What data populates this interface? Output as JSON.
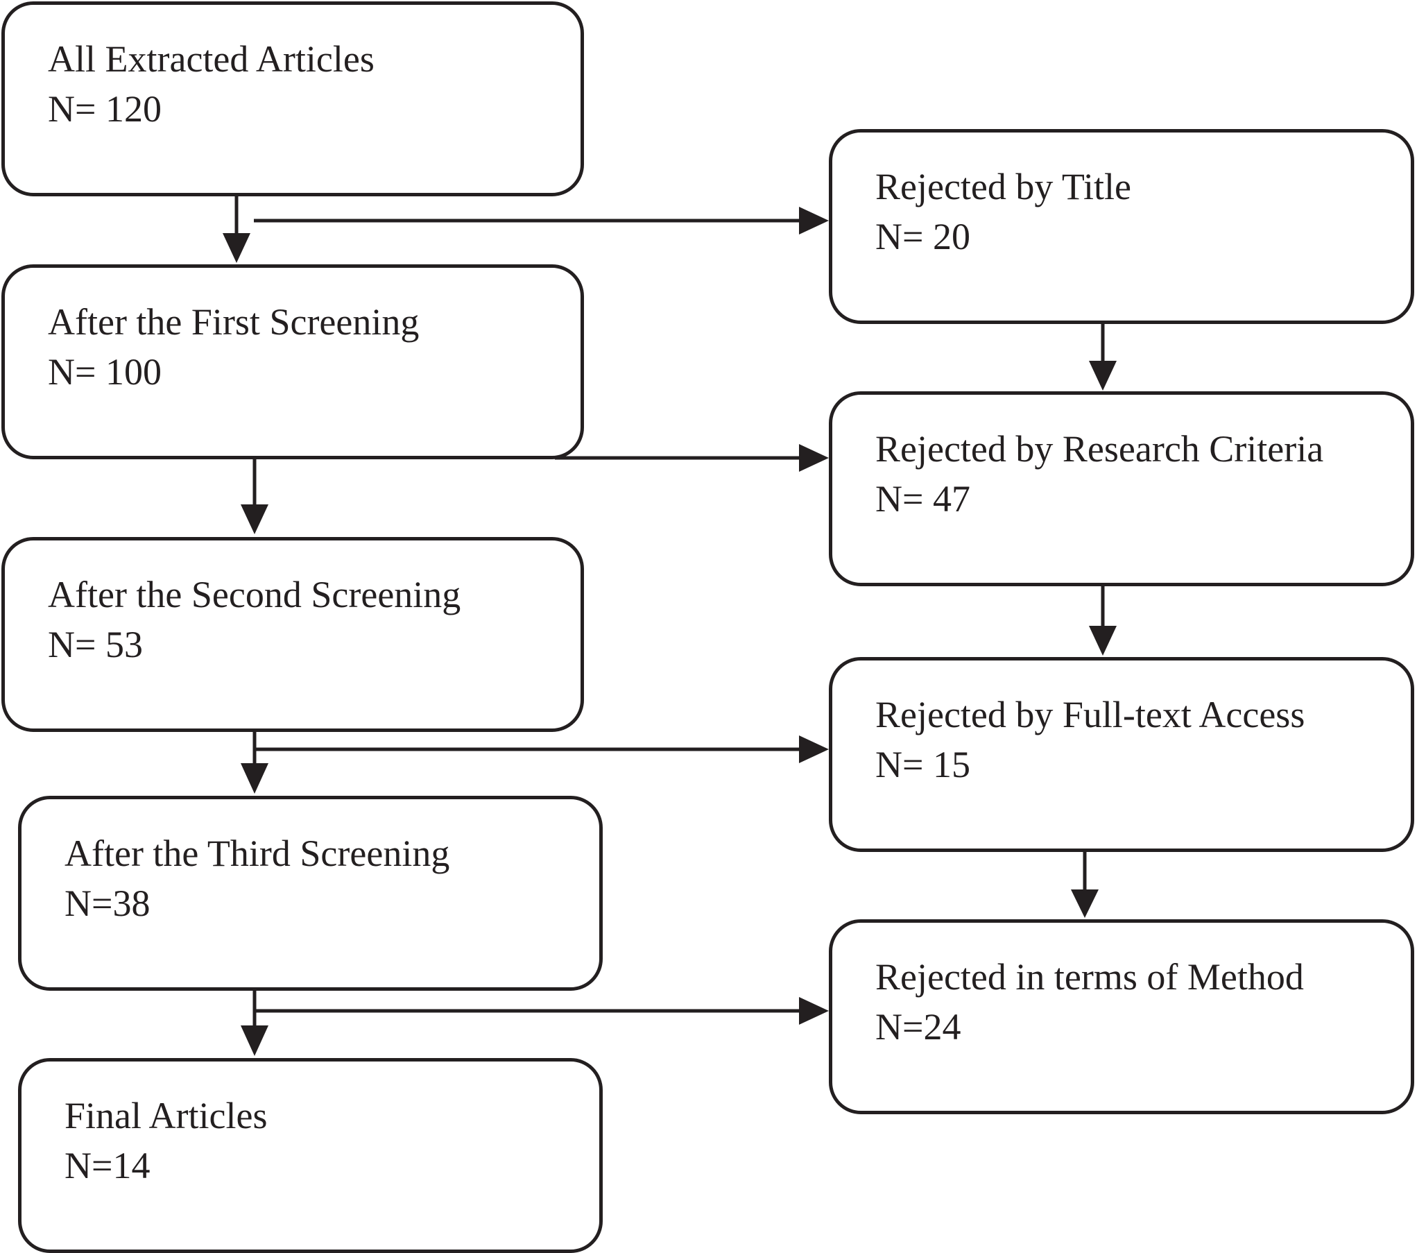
{
  "nodes": {
    "all_extracted": {
      "label": "All Extracted Articles",
      "count": "N= 120"
    },
    "first_screening": {
      "label": "After the First Screening",
      "count": "N= 100"
    },
    "second_screening": {
      "label": "After the Second Screening",
      "count": "N= 53"
    },
    "third_screening": {
      "label": "After the Third Screening",
      "count": "N=38"
    },
    "final_articles": {
      "label": "Final Articles",
      "count": "N=14"
    },
    "rejected_title": {
      "label": "Rejected by Title",
      "count": "N= 20"
    },
    "rejected_research": {
      "label": "Rejected by Research Criteria",
      "count": "N= 47"
    },
    "rejected_fulltext": {
      "label": "Rejected by Full-text Access",
      "count": "N= 15"
    },
    "rejected_method": {
      "label": "Rejected in terms of Method",
      "count": "N=24"
    }
  },
  "edges": [
    {
      "from": "all_extracted",
      "to": "first_screening"
    },
    {
      "from": "all_extracted",
      "to": "rejected_title"
    },
    {
      "from": "first_screening",
      "to": "second_screening"
    },
    {
      "from": "first_screening",
      "to": "rejected_research"
    },
    {
      "from": "second_screening",
      "to": "third_screening"
    },
    {
      "from": "second_screening",
      "to": "rejected_fulltext"
    },
    {
      "from": "third_screening",
      "to": "final_articles"
    },
    {
      "from": "third_screening",
      "to": "rejected_method"
    },
    {
      "from": "rejected_title",
      "to": "rejected_research"
    },
    {
      "from": "rejected_research",
      "to": "rejected_fulltext"
    },
    {
      "from": "rejected_fulltext",
      "to": "rejected_method"
    }
  ],
  "colors": {
    "stroke": "#231f20",
    "background": "#ffffff"
  }
}
